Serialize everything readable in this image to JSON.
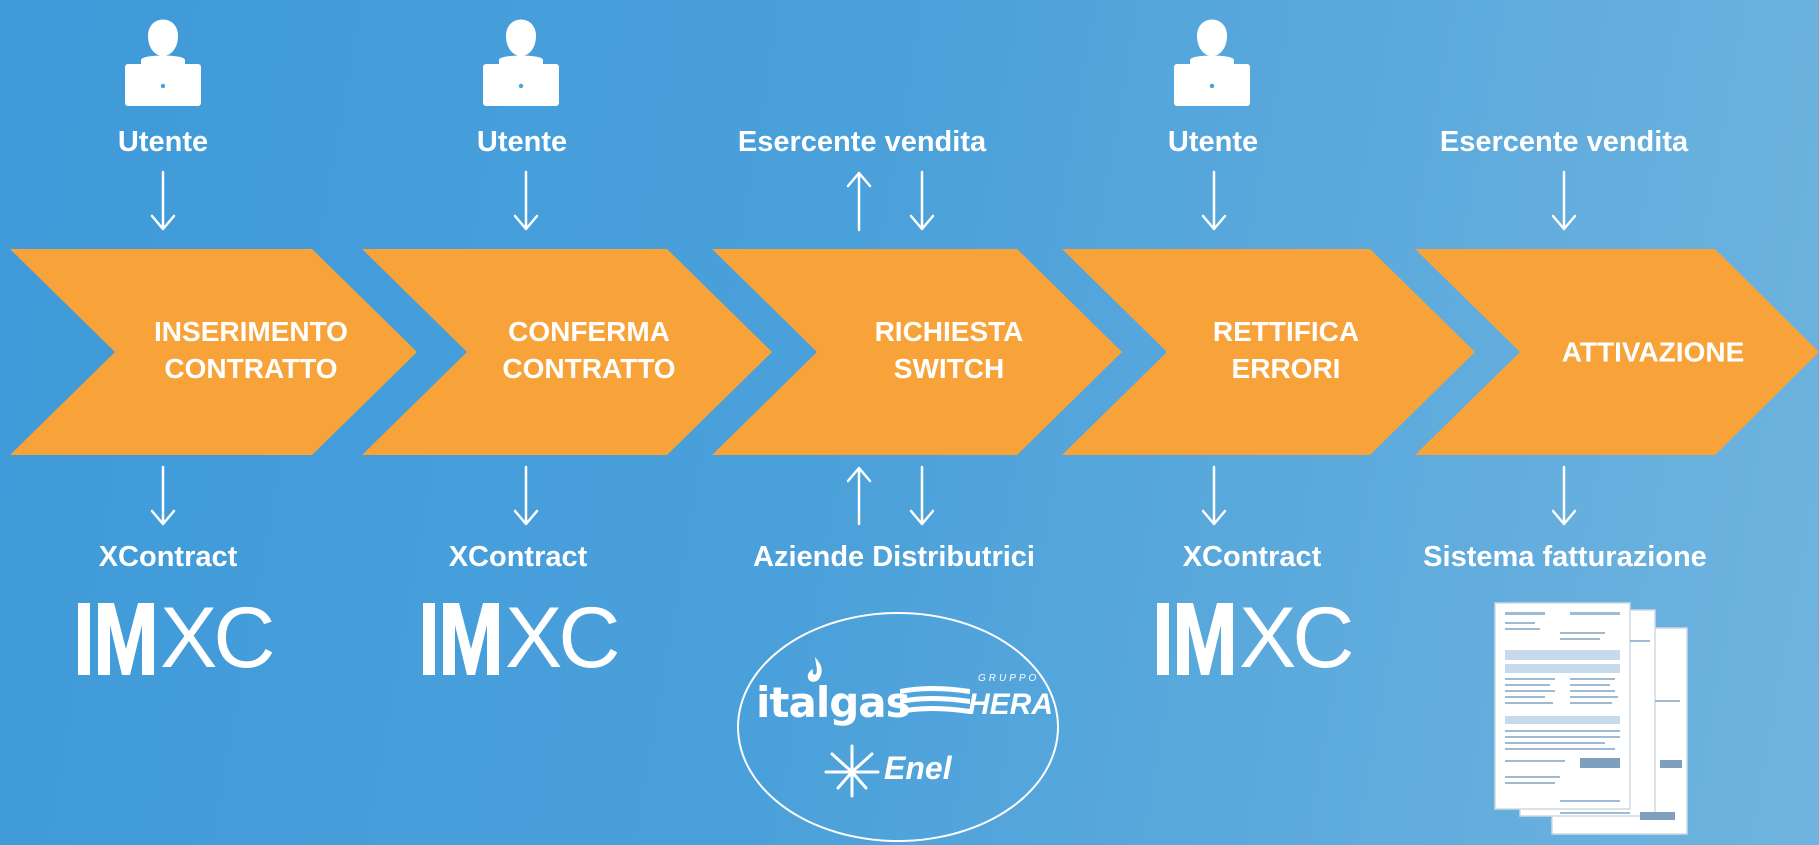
{
  "colors": {
    "background": "#4aa0da",
    "chevron": "#f7a33a",
    "text": "#ffffff"
  },
  "steps": [
    {
      "line1": "INSERIMENTO",
      "line2": "CONTRATTO"
    },
    {
      "line1": "CONFERMA",
      "line2": "CONTRATTO"
    },
    {
      "line1": "RICHIESTA",
      "line2": "SWITCH"
    },
    {
      "line1": "RETTIFICA",
      "line2": "ERRORI"
    },
    {
      "line1": "ATTIVAZIONE",
      "line2": ""
    }
  ],
  "top_labels": [
    "Utente",
    "Utente",
    "Esercente vendita",
    "Utente",
    "Esercente vendita"
  ],
  "bottom_labels": [
    "XContract",
    "XContract",
    "Aziende Distributrici",
    "XContract",
    "Sistema fatturazione"
  ],
  "icons": {
    "user": "user-laptop-icon",
    "arrow": "arrow-icon",
    "mxc": "mxc-logo",
    "invoice": "invoice-document-icon"
  },
  "logos": {
    "mxc_text": "MXC",
    "italgas": "italgas",
    "hera_group": "GRUPPO",
    "hera": "HERA",
    "enel": "Enel"
  }
}
